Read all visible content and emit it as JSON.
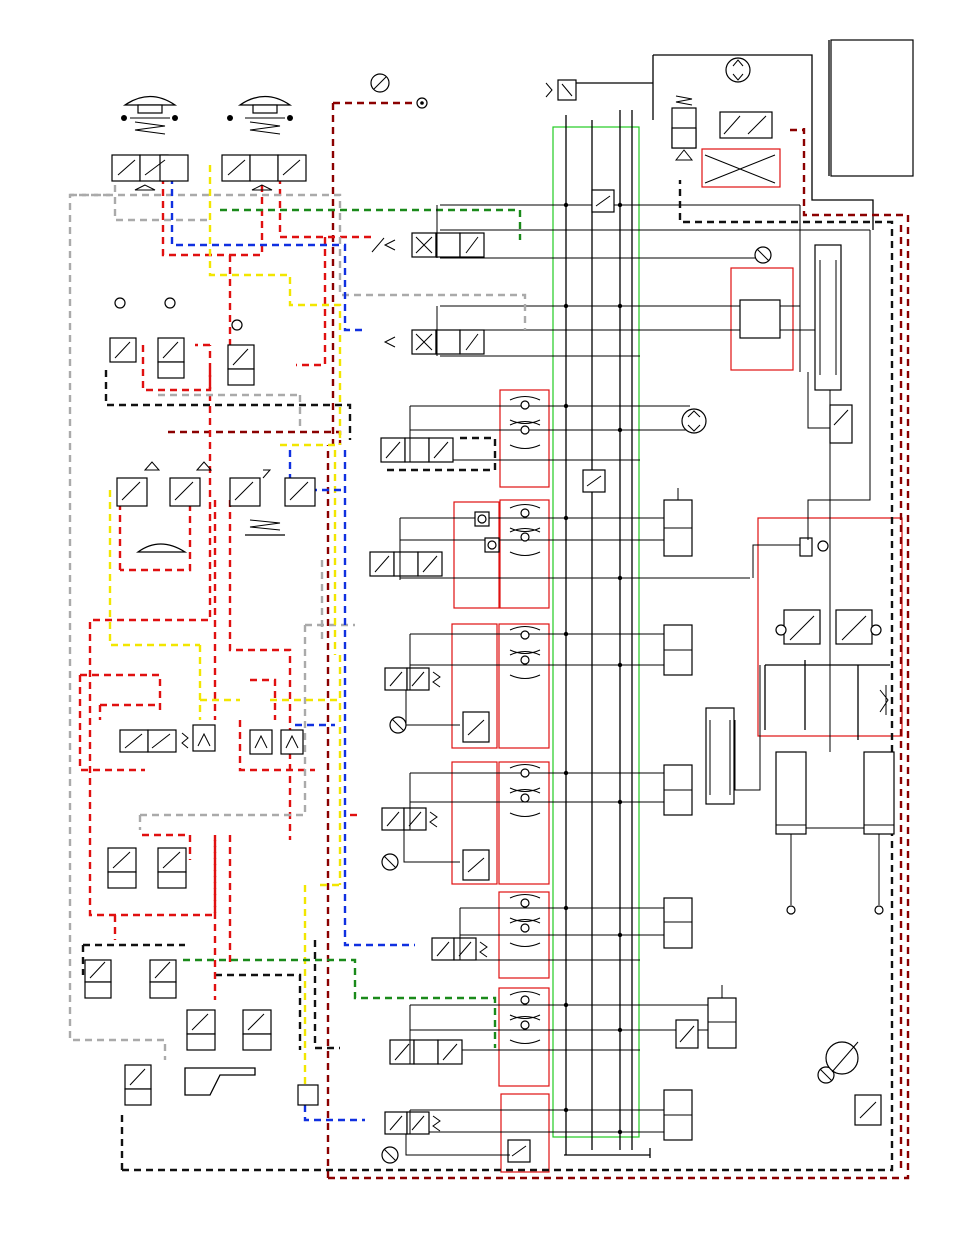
{
  "diagram": {
    "type": "pneumatic-hydraulic-schematic",
    "labels": [],
    "colors": {
      "line": "#000000",
      "pilot_red": "#e01010",
      "pilot_darkred": "#8b0000",
      "pilot_black": "#111111",
      "pilot_grey": "#aaaaaa",
      "pilot_yellow": "#f2e600",
      "pilot_blue": "#1030e0",
      "pilot_green": "#1a8a1a",
      "group_box": "#e01010",
      "manifold_box": "#22cc22"
    },
    "components": {
      "push_buttons": 3,
      "manual_valves_left": 16,
      "directional_valves_center": 10,
      "check_throttle_blocks": 9,
      "cylinders": 10,
      "gauges": 7,
      "pumps_motors": 3
    }
  }
}
